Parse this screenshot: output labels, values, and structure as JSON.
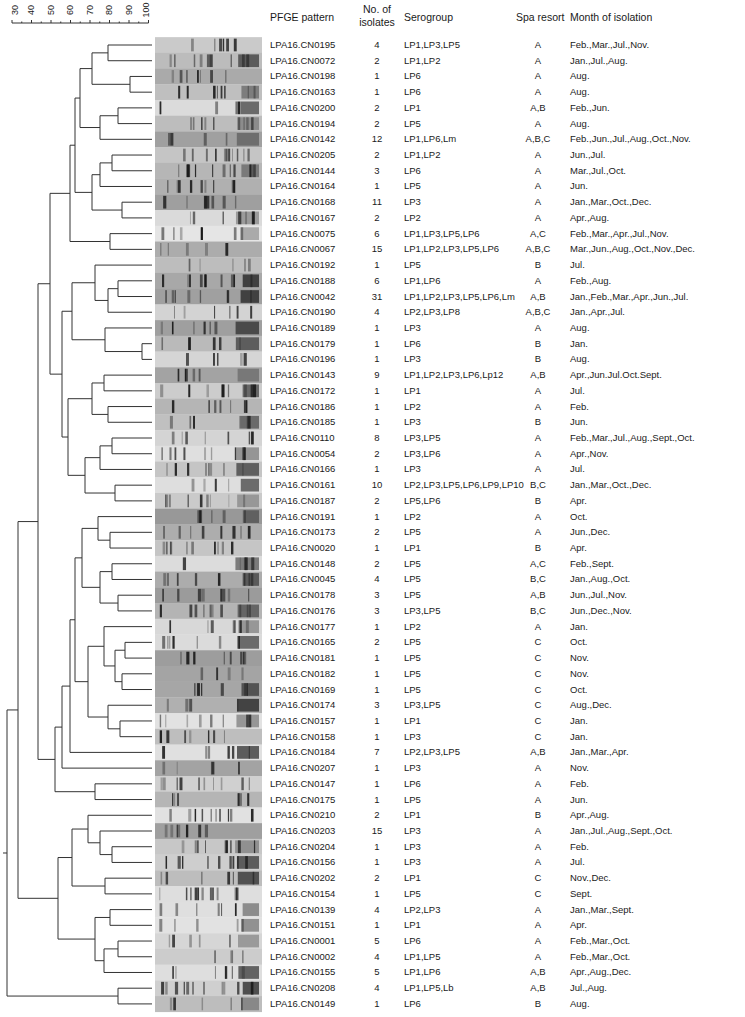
{
  "diagram": {
    "labels": [
      "30",
      "40",
      "50",
      "60",
      "70",
      "80",
      "90",
      "100",
      "PFGE pattern",
      "No. of isolates",
      "Serogroup",
      "Spa resort",
      "Month of isolation",
      "LPA16.CN0195",
      "4",
      "LP1,LP3,LP5",
      "A",
      "Feb.,Mar.,Jul.,Nov.",
      "LPA16.CN0072",
      "2",
      "LP1,LP2",
      "A",
      "Jan.,Jul.,Aug.",
      "LPA16.CN0198",
      "1",
      "LP6",
      "A",
      "Aug.",
      "LPA16.CN0163",
      "1",
      "LP6",
      "A",
      "Aug.",
      "LPA16.CN0200",
      "2",
      "LP1",
      "A,B",
      "Feb.,Jun.",
      "LPA16.CN0194",
      "2",
      "LP5",
      "A",
      "Aug.",
      "LPA16.CN0142",
      "12",
      "LP1,LP6,Lm",
      "A,B,C",
      "Feb.,Jun.,Jul.,Aug.,Oct.,Nov.",
      "LPA16.CN0205",
      "2",
      "LP1,LP2",
      "A",
      "Jun.,Jul.",
      "LPA16.CN0144",
      "3",
      "LP6",
      "A",
      "Mar.,Jul.,Oct.",
      "LPA16.CN0164",
      "1",
      "LP5",
      "A",
      "Jun.",
      "LPA16.CN0168",
      "11",
      "LP3",
      "A",
      "Jan.,Mar.,Oct.,Dec.",
      "LPA16.CN0167",
      "2",
      "LP2",
      "A",
      "Apr.,Aug.",
      "LPA16.CN0075",
      "6",
      "LP1,LP3,LP5,LP6",
      "A,C",
      "Feb.,Mar.,Apr.,Jul.,Nov.",
      "LPA16.CN0067",
      "15",
      "LP1,LP2,LP3,LP5,LP6",
      "A,B,C",
      "Mar.,Jun.,Aug.,Oct.,Nov.,Dec.",
      "LPA16.CN0192",
      "1",
      "LP5",
      "B",
      "Jul.",
      "LPA16.CN0188",
      "6",
      "LP1,LP6",
      "A",
      "Feb.,Aug.",
      "LPA16.CN0042",
      "31",
      "LP1,LP2,LP3,LP5,LP6,Lm",
      "A,B",
      "Jan.,Feb.,Mar.,Apr.,Jun.,Jul.",
      "LPA16.CN0190",
      "4",
      "LP2,LP3,LP8",
      "A,B,C",
      "Jan.,Apr.,Jul.",
      "LPA16.CN0189",
      "1",
      "LP3",
      "A",
      "Aug.",
      "LPA16.CN0179",
      "1",
      "LP6",
      "B",
      "Jan.",
      "LPA16.CN0196",
      "1",
      "LP3",
      "B",
      "Aug.",
      "LPA16.CN0143",
      "9",
      "LP1,LP2,LP3,LP6,Lp12",
      "A,B",
      "Apr.,Jun.Jul.Oct.Sept.",
      "LPA16.CN0172",
      "1",
      "LP1",
      "A",
      "Jul.",
      "LPA16.CN0186",
      "1",
      "LP2",
      "A",
      "Feb.",
      "LPA16.CN0185",
      "1",
      "LP3",
      "B",
      "Jun.",
      "LPA16.CN0110",
      "8",
      "LP3,LP5",
      "A",
      "Feb.,Mar.,Jul.,Aug.,Sept.,Oct.",
      "LPA16.CN0054",
      "2",
      "LP3,LP6",
      "A",
      "Apr.,Nov.",
      "LPA16.CN0166",
      "1",
      "LP3",
      "A",
      "Jul.",
      "LPA16.CN0161",
      "10",
      "LP2,LP3,LP5,LP6,LP9,LP10",
      "B,C",
      "Jan.,Mar.,Oct.,Dec.",
      "LPA16.CN0187",
      "2",
      "LP5,LP6",
      "B",
      "Apr.",
      "LPA16.CN0191",
      "1",
      "LP2",
      "A",
      "Oct.",
      "LPA16.CN0173",
      "2",
      "LP5",
      "A",
      "Jun.,Dec.",
      "LPA16.CN0020",
      "1",
      "LP1",
      "B",
      "Apr.",
      "LPA16.CN0148",
      "2",
      "LP5",
      "A,C",
      "Feb.,Sept.",
      "LPA16.CN0045",
      "4",
      "LP5",
      "B,C",
      "Jan.,Aug.,Oct.",
      "LPA16.CN0178",
      "3",
      "LP5",
      "A,B",
      "Jun.,Jul.,Nov.",
      "LPA16.CN0176",
      "3",
      "LP3,LP5",
      "B,C",
      "Jun.,Dec.,Nov.",
      "LPA16.CN0177",
      "1",
      "LP2",
      "A",
      "Jan.",
      "LPA16.CN0165",
      "2",
      "LP5",
      "C",
      "Oct.",
      "LPA16.CN0181",
      "1",
      "LP5",
      "C",
      "Nov.",
      "LPA16.CN0182",
      "1",
      "LP5",
      "C",
      "Nov.",
      "LPA16.CN0169",
      "1",
      "LP5",
      "C",
      "Oct.",
      "LPA16.CN0174",
      "3",
      "LP3,LP5",
      "C",
      "Aug.,Dec.",
      "LPA16.CN0157",
      "1",
      "LP1",
      "C",
      "Jan.",
      "LPA16.CN0158",
      "1",
      "LP3",
      "C",
      "Jan.",
      "LPA16.CN0184",
      "7",
      "LP2,LP3,LP5",
      "A,B",
      "Jan.,Mar.,Apr.",
      "LPA16.CN0207",
      "1",
      "LP3",
      "A",
      "Nov.",
      "LPA16.CN0147",
      "1",
      "LP6",
      "A",
      "Feb.",
      "LPA16.CN0175",
      "1",
      "LP5",
      "A",
      "Jun.",
      "LPA16.CN0210",
      "2",
      "LP1",
      "B",
      "Apr.,Aug.",
      "LPA16.CN0203",
      "15",
      "LP3",
      "A",
      "Jan.,Jul.,Aug.,Sept.,Oct.",
      "LPA16.CN0204",
      "1",
      "LP3",
      "A",
      "Feb.",
      "LPA16.CN0156",
      "1",
      "LP3",
      "A",
      "Jul.",
      "LPA16.CN0202",
      "2",
      "LP1",
      "C",
      "Nov.,Dec.",
      "LPA16.CN0154",
      "1",
      "LP5",
      "C",
      "Sept.",
      "LPA16.CN0139",
      "4",
      "LP2,LP3",
      "A",
      "Jan.,Mar.,Sept.",
      "LPA16.CN0151",
      "1",
      "LP1",
      "A",
      "Apr.",
      "LPA16.CN0001",
      "5",
      "LP6",
      "A",
      "Feb.,Mar.,Oct.",
      "LPA16.CN0002",
      "4",
      "LP1,LP5",
      "A",
      "Feb.,Mar.,Oct.",
      "LPA16.CN0155",
      "5",
      "LP1,LP6",
      "A,B",
      "Apr.,Aug.,Dec.",
      "LPA16.CN0208",
      "4",
      "LP1,LP5,Lb",
      "A,B",
      "Jul.,Aug.",
      "LPA16.CN0149",
      "1",
      "LP6",
      "B",
      "Aug."
    ]
  }
}
